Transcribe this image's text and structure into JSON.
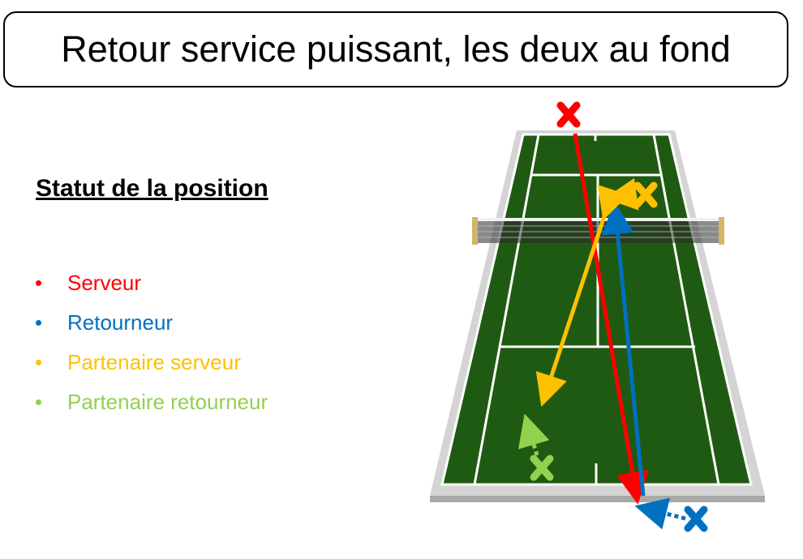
{
  "title": "Retour service puissant, les deux au fond",
  "subtitle": "Statut de la position",
  "legend": [
    {
      "label": "Serveur",
      "color": "#ff0000"
    },
    {
      "label": "Retourneur",
      "color": "#0070c0"
    },
    {
      "label": "Partenaire serveur",
      "color": "#ffc000"
    },
    {
      "label": "Partenaire retourneur",
      "color": "#92d050"
    }
  ],
  "colors": {
    "court_green": "#1f5a12",
    "court_surround": "#c8c8c8",
    "lines": "#ffffff",
    "serveur": "#ff0000",
    "retourneur": "#0070c0",
    "partenaire_serveur": "#ffc000",
    "partenaire_retourneur": "#92d050"
  },
  "icons": [
    "x-marker-icon",
    "arrow-icon",
    "net-icon"
  ]
}
